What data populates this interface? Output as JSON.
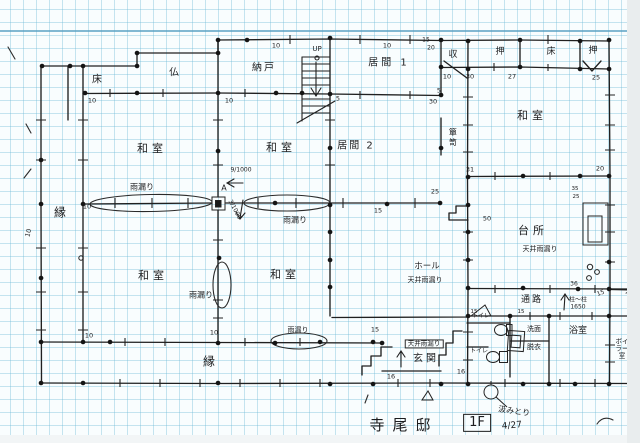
{
  "title_block": {
    "name": "寺尾邸",
    "floor": "1F",
    "date": "4/27"
  },
  "rooms": {
    "toko1": "床",
    "butsu": "仏",
    "nando": "納戸",
    "ima1": "居間 1",
    "shu": "収",
    "oshiire1": "押",
    "toko2": "床",
    "oshiire2": "押",
    "washitsu_tr": "和室",
    "washitsu_ml": "和室",
    "washitsu_mc": "和室",
    "ima2": "居間 2",
    "tansu": "簞笥",
    "daidokoro": "台所",
    "hall": "ホール",
    "tsuro": "通路",
    "yokushitsu": "浴室",
    "senmen": "洗面",
    "datsui": "脱衣",
    "toilet1": "トイレ",
    "toilet2": "トイレ",
    "boiler": "ボイラー\n室",
    "genkan": "玄関",
    "washitsu_bl": "和室",
    "washitsu_bc": "和室",
    "en_left": "縁",
    "en_bottom": "縁"
  },
  "annotations": {
    "up": "UP",
    "point_a": "A",
    "slope_a": "9/1000",
    "slope_b": "3/1000",
    "leak1": "雨漏り",
    "leak2": "雨漏り",
    "leak3": "雨漏り",
    "leak4": "雨漏り",
    "ceiling_leak_kitchen": "天井雨漏り",
    "ceiling_leak_hall": "天井雨漏り",
    "ceiling_leak_genkan": "天井雨漏り",
    "hashira_span": "柱〜柱\n1650",
    "kumitori": "汲みとり"
  },
  "dimensions": {
    "d1": "10",
    "d2": "10",
    "d3": "10",
    "d4": "10",
    "d5": "15",
    "d6": "20",
    "d7": "10",
    "d8": "30",
    "d9": "27",
    "d10": "25",
    "d11": "30",
    "d12": "5",
    "d13": "31",
    "d14": "25",
    "d15": "15",
    "d16": "10",
    "d17": "10",
    "d18": "20",
    "d19": "50",
    "d20": "35",
    "d21": "25",
    "d22": "36",
    "d23": "15",
    "d24": "15",
    "d25": "10",
    "d26": "10",
    "d27": "15",
    "d28": "16",
    "d29": "16",
    "d30": "15",
    "d31": "15",
    "d32": "5"
  }
}
